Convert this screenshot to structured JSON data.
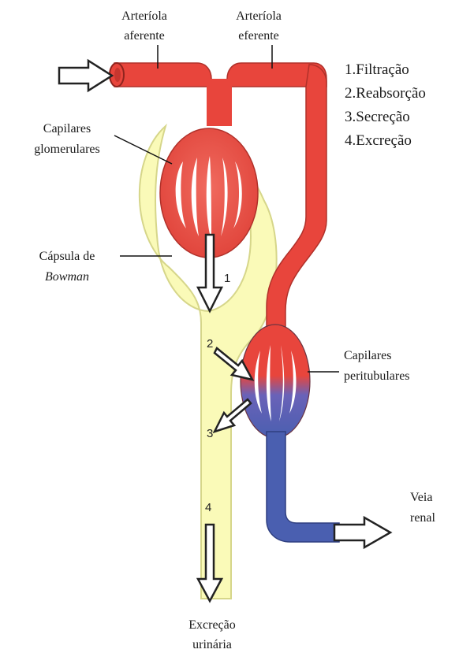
{
  "labels": {
    "arteriola_aferente_1": "Arteríola",
    "arteriola_aferente_2": "aferente",
    "arteriola_eferente_1": "Arteríola",
    "arteriola_eferente_2": "eferente",
    "capilares_glom_1": "Capilares",
    "capilares_glom_2": "glomerulares",
    "capsula_1": "Cápsula de",
    "capsula_2": "Bowman",
    "capilares_peri_1": "Capilares",
    "capilares_peri_2": "peritubulares",
    "veia_1": "Veia",
    "veia_2": "renal",
    "excrecao_1": "Excreção",
    "excrecao_2": "urinária"
  },
  "legend": [
    "1.Filtração",
    "2.Reabsorção",
    "3.Secreção",
    "4.Excreção"
  ],
  "step_numbers": [
    "1",
    "2",
    "3",
    "4"
  ],
  "colors": {
    "artery": "#e8453c",
    "vein": "#4a5fb0",
    "capsule": "#fafab8",
    "capsule_outline": "#d6d68a",
    "arrow_fill": "#ffffff",
    "arrow_stroke": "#222222"
  }
}
